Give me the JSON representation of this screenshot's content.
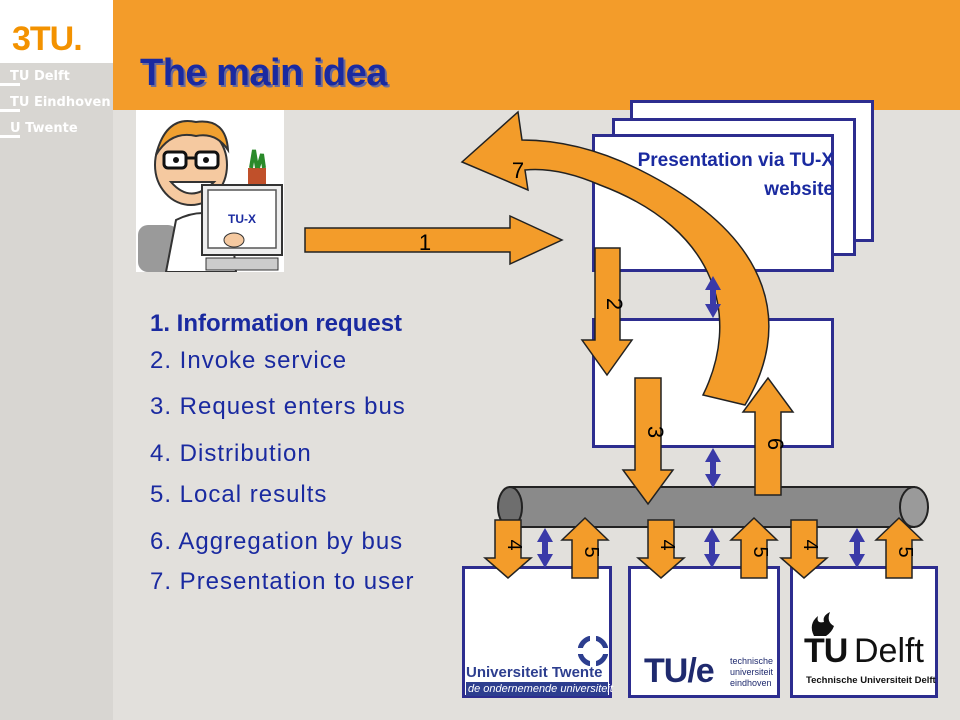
{
  "sidebar": {
    "logo": "3TU.",
    "institutions": [
      "TU Delft",
      "TU Eindhoven",
      "U Twente"
    ]
  },
  "slide": {
    "title": "The main idea",
    "cartoon_screen_label": "TU-X",
    "steps": [
      "1. Information request",
      "2. Invoke service",
      "3. Request enters bus",
      "4. Distribution",
      "5. Local results",
      "6. Aggregation by bus",
      "7. Presentation to user"
    ],
    "presentation_box_label": "Presentation via TU-X website",
    "arrow_labels": {
      "a1": "1",
      "a2": "2",
      "a3": "3",
      "a6": "6",
      "a7": "7",
      "d1": "4",
      "r1": "5",
      "d2": "4",
      "r2": "5",
      "d3": "4",
      "r3": "5"
    },
    "universities": {
      "twente": {
        "name": "Universiteit Twente",
        "tagline": "de ondernemende universiteit"
      },
      "tue": {
        "mark": "TU/e",
        "lines": [
          "technische",
          "universiteit",
          "eindhoven"
        ]
      },
      "delft": {
        "tu": "TU",
        "delft": "Delft",
        "subtitle": "Technische Universiteit Delft"
      }
    }
  },
  "colors": {
    "orange": "#f39c2a",
    "navy": "#2d2d8f",
    "title_blue": "#1a2aa0",
    "bus_gray": "#888888"
  }
}
